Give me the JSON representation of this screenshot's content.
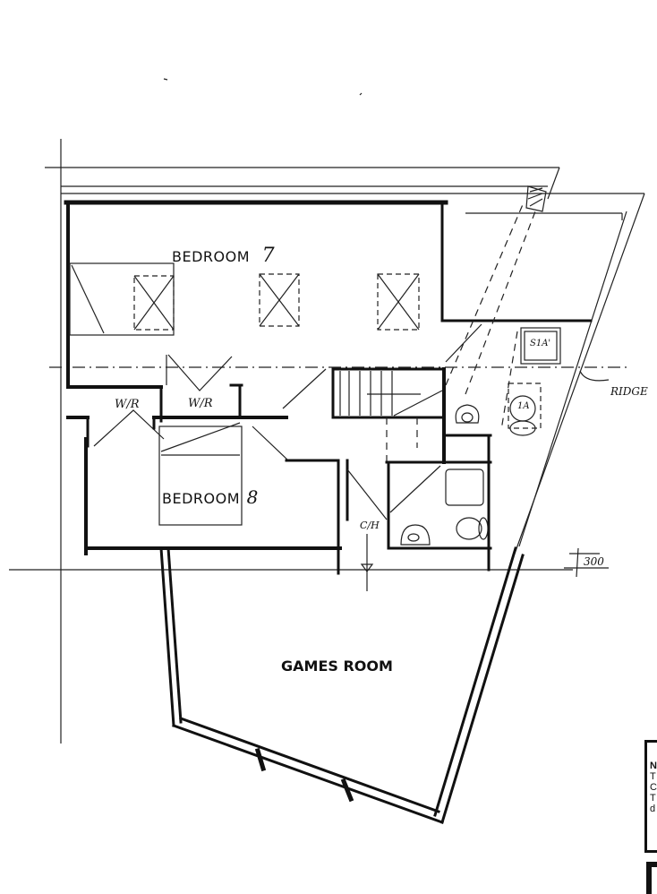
{
  "drawing": {
    "type": "hand-sketched floor plan",
    "rooms": [
      {
        "id": "bedroom7",
        "label": "BEDROOM",
        "number": "7"
      },
      {
        "id": "bedroom8",
        "label": "BEDROOM",
        "number": "8"
      },
      {
        "id": "games",
        "label": "GAMES ROOM"
      },
      {
        "id": "wr1",
        "label": "W/R"
      },
      {
        "id": "wr2",
        "label": "W/R"
      }
    ],
    "annotations": {
      "ridge": "RIDGE",
      "shower": "S1A'",
      "wc_mark": "1A",
      "cupboard": "C/H",
      "dimension": "300"
    },
    "note_box": {
      "title": "N",
      "lines": [
        "T",
        "C",
        "T",
        "d"
      ]
    },
    "colors": {
      "ink": "#111111",
      "paper": "#ffffff"
    }
  }
}
